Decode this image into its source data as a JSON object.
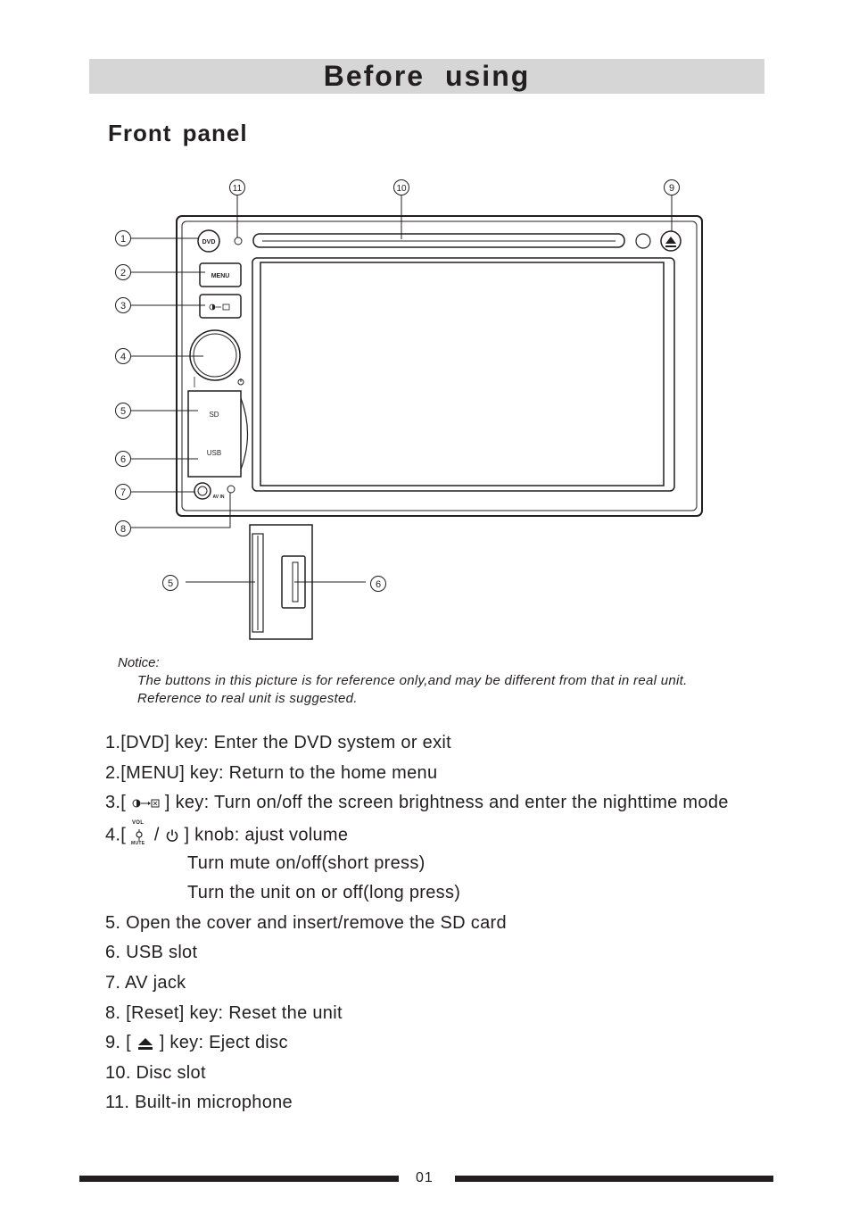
{
  "header": {
    "title": "Before  using"
  },
  "section": {
    "title": "Front  panel"
  },
  "diagram": {
    "button_labels": {
      "dvd": "DVD",
      "menu": "MENU",
      "sd": "SD",
      "usb": "USB",
      "av_in": "AV IN"
    },
    "callouts": [
      "1",
      "2",
      "3",
      "4",
      "5",
      "6",
      "7",
      "8",
      "9",
      "10",
      "11"
    ],
    "detail_callouts": [
      "5",
      "6"
    ]
  },
  "notice": {
    "label": "Notice",
    "line1": "The buttons in this picture is for reference only,and may be different from that in real unit.",
    "line2": "Reference to real unit is suggested."
  },
  "items": {
    "i1": "1.[DVD] key: Enter the DVD system or exit",
    "i2": "2.[MENU] key: Return to the home menu",
    "i3_prefix": "3.[",
    "i3_suffix": "] key: Turn on/off the screen brightness and enter the nighttime mode",
    "i4_prefix": "4.[",
    "i4_mid": "/",
    "i4_suffix": "] knob: ajust volume",
    "i4_vol": "VOL",
    "i4_mute": "MUTE",
    "i4_sub1": "Turn mute on/off(short press)",
    "i4_sub2": "Turn the unit on or off(long press)",
    "i5": "5. Open the cover and insert/remove the SD card",
    "i6": "6. USB slot",
    "i7": "7. AV jack",
    "i8": "8. [Reset] key: Reset the unit",
    "i9_prefix": "9. [",
    "i9_suffix": "] key: Eject disc",
    "i10": "10. Disc slot",
    "i11": "11. Built-in microphone"
  },
  "footer": {
    "page": "01"
  }
}
